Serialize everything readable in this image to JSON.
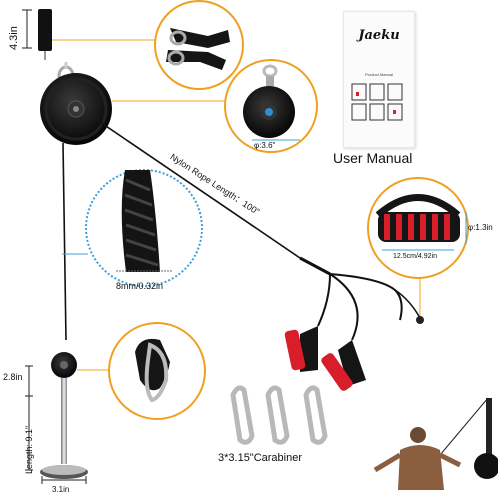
{
  "labels": {
    "top_height": "4.3in",
    "pulley_diameter": "φ:3.6\"",
    "manual_caption": "User Manual",
    "manual_brand": "Jaeku",
    "manual_subtitle": "Product Manual",
    "rope_length": "Nylon Rope Length：100\"",
    "handle_diameter": "φ:1.3in",
    "handle_length": "12.5cm/4.92in",
    "rope_diameter": "8mm/0.32in",
    "side_height": "2.8in",
    "bar_length": "Length: 9.1\"",
    "base_width": "3.1in",
    "carabiner_caption": "3*3.15\"Carabiner"
  },
  "colors": {
    "callout_ring": "#f0a020",
    "dimension_line": "#3aa0d8",
    "handle_foam": "#d81e2a",
    "metal": "#b8b8b8"
  }
}
